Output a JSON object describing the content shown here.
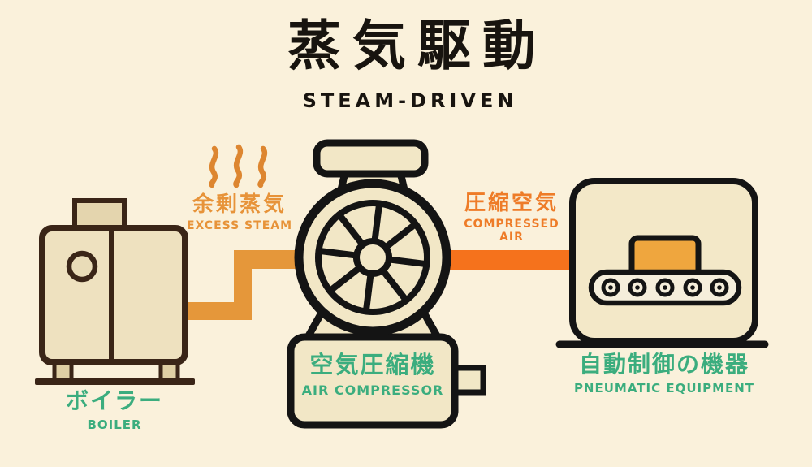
{
  "title": {
    "jp": "蒸気駆動",
    "en": "STEAM-DRIVEN"
  },
  "flows": {
    "excess_steam": {
      "jp": "余剰蒸気",
      "en": "EXCESS STEAM"
    },
    "compressed_air": {
      "jp": "圧縮空気",
      "en": "COMPRESSED AIR"
    }
  },
  "nodes": {
    "boiler": {
      "jp": "ボイラー",
      "en": "BOILER"
    },
    "compressor": {
      "jp": "空気圧縮機",
      "en": "AIR COMPRESSOR"
    },
    "equipment": {
      "jp": "自動制御の機器",
      "en": "PNEUMATIC EQUIPMENT"
    }
  },
  "colors": {
    "background": "#faf1db",
    "ink": "#18140f",
    "green_text": "#3bad7e",
    "excess_steam_text": "#e79339",
    "compressed_air_text": "#ee7c28",
    "steam_pipe": "#e5973a",
    "air_pipe": "#f5721c",
    "steam_wisp": "#dd8630",
    "boiler_outline": "#3a2517",
    "machine_outline": "#141414",
    "machine_fill": "#f2e7c6",
    "conveyor_fill": "#f5eedb",
    "cargo_box_orange": "#efa63e"
  }
}
